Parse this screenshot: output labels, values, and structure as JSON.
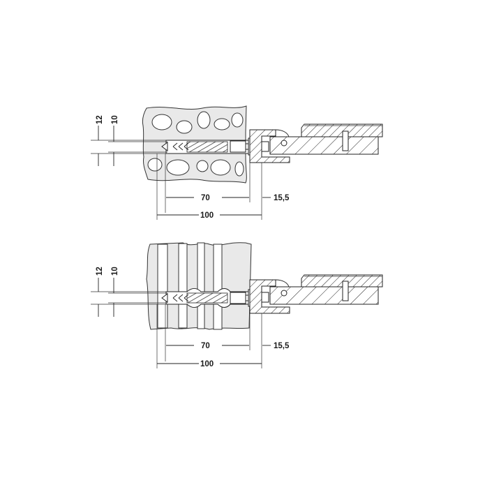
{
  "figure": {
    "description": "Installation cross-sections of a glass support arm anchored with a plug and screw",
    "views": [
      {
        "id": "perforated-brick",
        "substrate": "perforated brick",
        "dimensions": {
          "drill_diameter": "12",
          "plug_diameter": "10",
          "plug_depth": "70",
          "screw_length": "100",
          "housing_offset": "15,5"
        }
      },
      {
        "id": "hollow-block",
        "substrate": "hollow block",
        "dimensions": {
          "drill_diameter": "12",
          "plug_diameter": "10",
          "plug_depth": "70",
          "screw_length": "100",
          "housing_offset": "15,5"
        }
      }
    ],
    "colors": {
      "line": "#222222",
      "background": "#ffffff",
      "wall_fill": "#e9e9e9"
    }
  }
}
